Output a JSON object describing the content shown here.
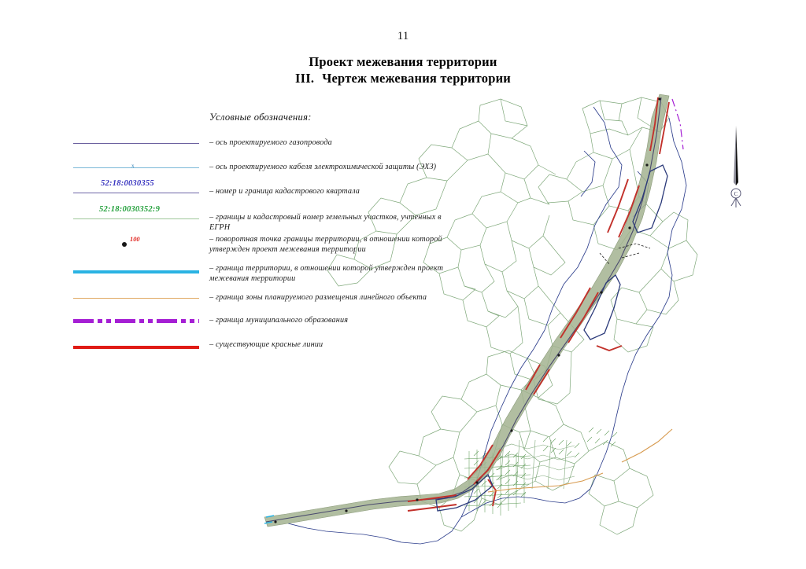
{
  "page": {
    "number": "11",
    "title_line1": "Проект межевания территории",
    "title_line2_num": "III.",
    "title_line2_text": "Чертеж межевания территории"
  },
  "legend": {
    "heading": "Условные обозначения:",
    "items": [
      {
        "symbol": "line-plain",
        "color": "#6a5f9e",
        "description": "– ось проектируемого газопровода"
      },
      {
        "symbol": "line-cable",
        "color": "#7bb8d8",
        "marker": "x",
        "description": "– ось проектируемого кабеля электрохимической защиты (ЭХЗ)"
      },
      {
        "symbol": "line-quarter",
        "color": "#6f66a8",
        "label": "52:18:0030355",
        "label_color": "#3a36c0",
        "description": "– номер и граница кадастрового квартала"
      },
      {
        "symbol": "line-parcel",
        "color": "#9ec79a",
        "label": "52:18:0030352:9",
        "label_color": "#24a03c",
        "description": "– границы и кадастровый номер земельных участков, учтенных в ЕГРН"
      },
      {
        "symbol": "point-marker",
        "color": "#171717",
        "label": "100",
        "label_color": "#e0231d",
        "description": "– поворотная точка границы территории, в отношении которой утвержден проект межевания территории"
      },
      {
        "symbol": "line-terr",
        "color": "#29b3e3",
        "description": "– граница территории, в отношении которой утвержден проект межевания территории"
      },
      {
        "symbol": "line-zone",
        "color": "#e0a760",
        "description": "–  граница зоны планируемого размещения линейного объекта"
      },
      {
        "symbol": "line-muni",
        "color": "#a51fd4",
        "description": "– граница муниципального образования"
      },
      {
        "symbol": "line-red",
        "color": "#e01b15",
        "description": "– существующие красные линии"
      }
    ]
  },
  "map": {
    "north_label": "С",
    "colors": {
      "parcel_boundary": "#7fa87a",
      "corridor_fill": "#a8b894",
      "territory_boundary": "#3b4a8c",
      "red_lines": "#c2312b",
      "gas_axis": "#4a4a7a",
      "cadastral_quarter": "#2d3e8c"
    }
  }
}
